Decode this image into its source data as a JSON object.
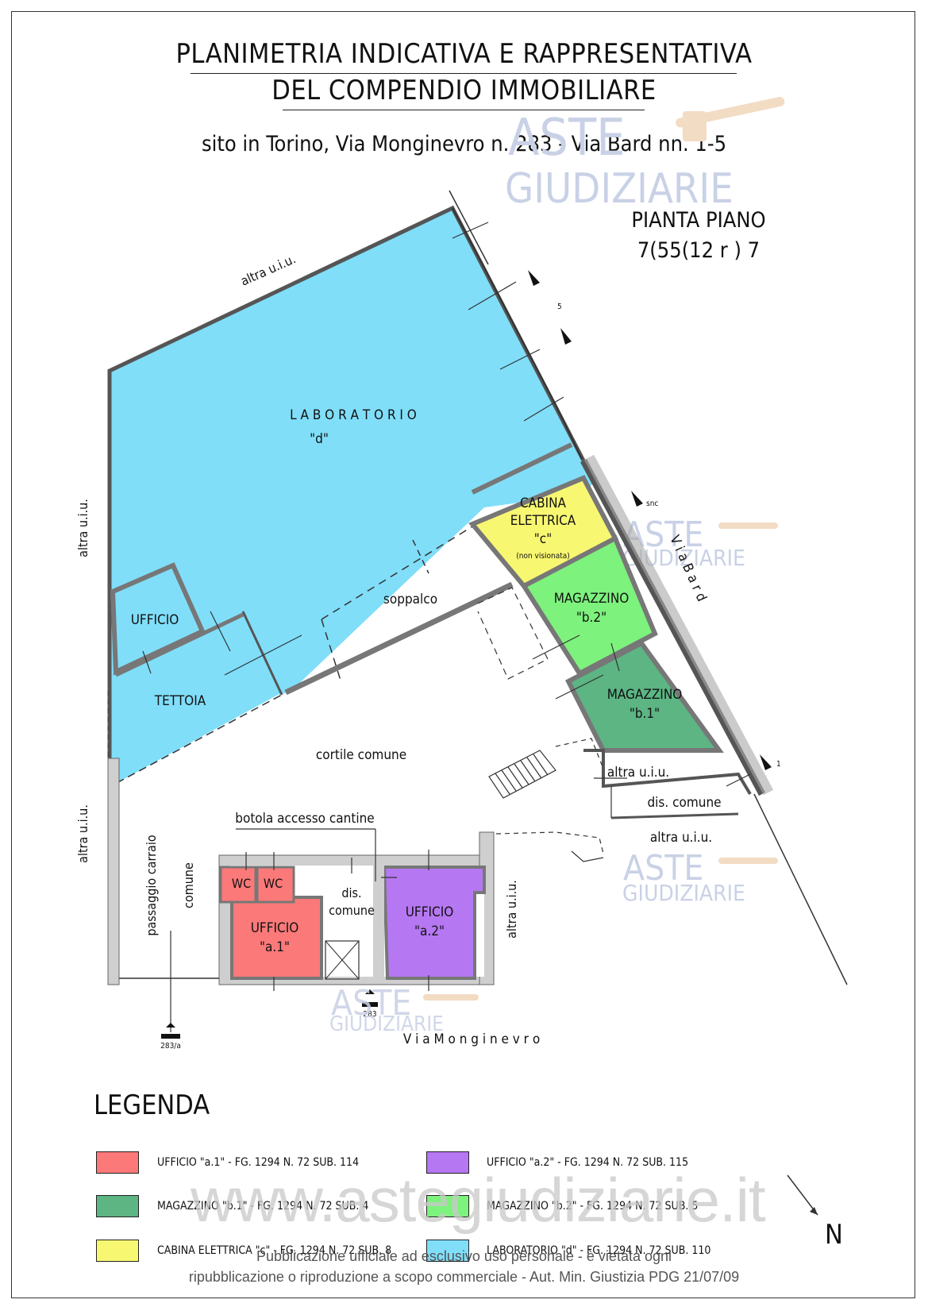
{
  "title": {
    "line1": "PLANIMETRIA INDICATIVA E RAPPRESENTATIVA",
    "line2": "DEL COMPENDIO IMMOBILIARE",
    "subtitle": "sito in Torino, Via Monginevro n. 283 - Via Bard nn. 1-5",
    "floor_label": "PIANTA PIANO",
    "floor_code": "7(55(12   r ) 7"
  },
  "plan": {
    "rooms": {
      "laboratorio": "L A B O R A T O R I O",
      "laboratorio_code": "\"d\"",
      "ufficio": "UFFICIO",
      "tettoia": "TETTOIA",
      "soppalco": "soppalco",
      "cabina_1": "CABINA",
      "cabina_2": "ELETTRICA",
      "cabina_code": "\"c\"",
      "cabina_note": "(non visionata)",
      "mag_b2": "MAGAZZINO",
      "mag_b2_code": "\"b.2\"",
      "mag_b1": "MAGAZZINO",
      "mag_b1_code": "\"b.1\"",
      "uff_a1": "UFFICIO",
      "uff_a1_code": "\"a.1\"",
      "uff_a2": "UFFICIO",
      "uff_a2_code": "\"a.2\"",
      "wc1": "WC",
      "wc2": "WC",
      "dis1": "dis.",
      "dis2": "comune"
    },
    "labels": {
      "altra_top": "altra u.i.u.",
      "altra_left_top": "altra u.i.u.",
      "altra_left_bottom": "altra u.i.u.",
      "passaggio": "passaggio carraio",
      "passaggio2": "comune",
      "cortile": "cortile comune",
      "botola": "botola accesso cantine",
      "altra_right1": "altra u.i.u.",
      "dis_comune": "dis. comune",
      "altra_right2": "altra u.i.u.",
      "altra_right3": "altra u.i.u.",
      "via_bard": "V i a   B a r d",
      "via_monginevro": "V i a   M o n g i n e v r o",
      "civ_5": "5",
      "civ_snc": "snc",
      "civ_1": "1",
      "civ_283": "283",
      "civ_283a": "283/a"
    }
  },
  "legend": {
    "title": "LEGENDA",
    "items": [
      {
        "label": "UFFICIO \"a.1\" - FG. 1294 N. 72 SUB. 114",
        "color": "#fb7979"
      },
      {
        "label": "UFFICIO \"a.2\" - FG. 1294 N. 72 SUB. 115",
        "color": "#b677f3"
      },
      {
        "label": "MAGAZZINO \"b.1\" - FG. 1294 N. 72 SUB. 4",
        "color": "#5cb583"
      },
      {
        "label": "MAGAZZINO \"b.2\" - FG. 1294 N. 72 SUB. 5",
        "color": "#7df27d"
      },
      {
        "label": "CABINA ELETTRICA \"c\" - FG. 1294 N. 72 SUB. 8",
        "color": "#f8f772"
      },
      {
        "label": "LABORATORIO \"d\" - FG. 1294 N. 72 SUB. 110",
        "color": "#80def9"
      }
    ]
  },
  "north": "N",
  "watermark": {
    "aste": "ASTE",
    "giudiziarie": "GIUDIZIARIE",
    "site": "www.astegiudiziarie.it",
    "notice1": "Pubblicazione ufficiale ad esclusivo uso personale - è vietata ogni",
    "notice2": "ripubblicazione o riproduzione a scopo commerciale - Aut. Min. Giustizia PDG 21/07/09"
  }
}
